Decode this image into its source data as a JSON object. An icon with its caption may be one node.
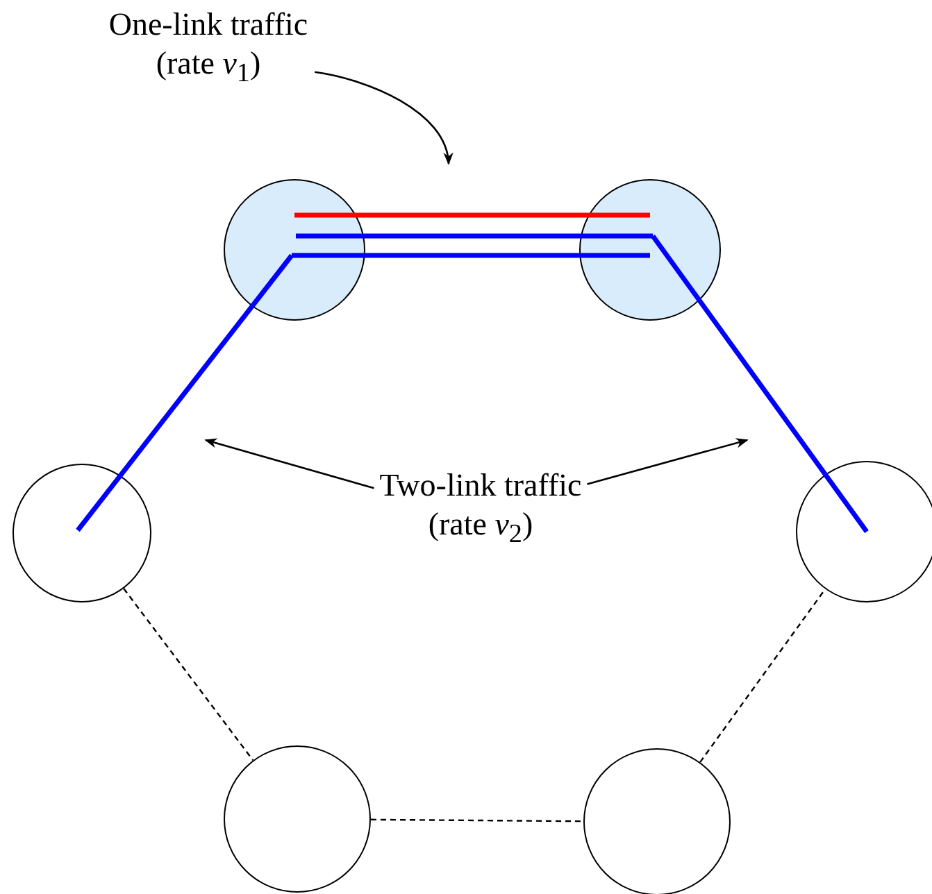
{
  "diagram": {
    "nodes": [
      {
        "text": [],
        "shape": "circle"
      },
      {
        "text": [],
        "shape": "circle"
      },
      {
        "text": [],
        "shape": "circle"
      },
      {
        "text": [],
        "shape": "circle"
      },
      {
        "text": [],
        "shape": "circle"
      },
      {
        "text": [],
        "shape": "circle"
      },
      {
        "text": [
          "One-link traffic (rate *ν*$_{1}$)"
        ]
      },
      {
        "text": [
          "Two-link traffic (rate *ν*$_{2}$)"
        ]
      }
    ],
    "edges": [
      {
        "from": 0,
        "to": 1,
        "arrow": "none",
        "style": "thick",
        "color": "#ff0000"
      },
      {
        "from": 0,
        "to": 1,
        "arrow": "none",
        "style": "thick",
        "color": "#0000ff"
      },
      {
        "from": 1,
        "to": 3,
        "arrow": "none",
        "style": "thick",
        "color": "#0000ff"
      },
      {
        "from": 2,
        "to": 0,
        "arrow": "none",
        "style": "thick",
        "color": "#0000ff"
      },
      {
        "from": 0,
        "to": 1,
        "arrow": "none",
        "style": "thick",
        "color": "#0000ff"
      },
      {
        "from": 2,
        "to": 4,
        "arrow": "none",
        "style": "dashed"
      },
      {
        "from": 4,
        "to": 5,
        "arrow": "none",
        "style": "dashed"
      },
      {
        "from": 5,
        "to": 3,
        "arrow": "none",
        "style": "dashed"
      },
      {
        "from": 6,
        "to": null,
        "arrow": "to"
      },
      {
        "from": 7,
        "to": null,
        "arrow": "to"
      },
      {
        "from": 7,
        "to": null,
        "arrow": "to"
      }
    ]
  }
}
